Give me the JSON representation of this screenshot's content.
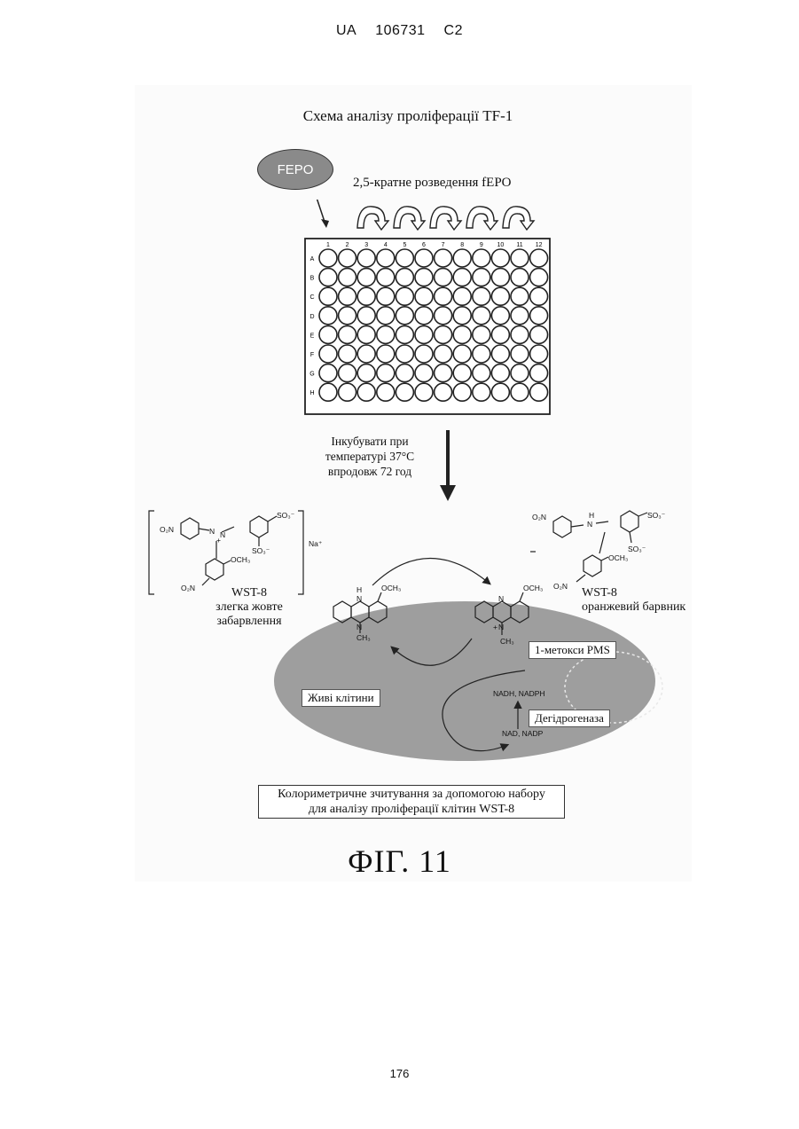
{
  "header": {
    "country": "UA",
    "number": "106731",
    "kind": "C2"
  },
  "diagram": {
    "title": "Схема аналізу проліферації TF-1",
    "fepo_label": "FEPO",
    "dilution_text": "2,5-кратне розведення fEPO",
    "plate": {
      "columns": [
        "1",
        "2",
        "3",
        "4",
        "5",
        "6",
        "7",
        "8",
        "9",
        "10",
        "11",
        "12"
      ],
      "rows": [
        "A",
        "B",
        "C",
        "D",
        "E",
        "F",
        "G",
        "H"
      ]
    },
    "incubation": [
      "Інкубувати при",
      "температурі 37°C",
      "впродовж 72 год"
    ],
    "wst_left": [
      "WST-8",
      "злегка жовте",
      "забарвлення"
    ],
    "wst_right": [
      "WST-8",
      "оранжевий барвник"
    ],
    "methoxy_pms": "1-метокси PMS",
    "live_cells": "Живі клітини",
    "dehydrogenase": "Дегідрогеназа",
    "nadh": "NADH, NADPH",
    "nad": "NAD, NADP",
    "chem": {
      "o2n": "O₂N",
      "so3": "SO₃⁻",
      "och3": "OCH₃",
      "ch3": "CH₃",
      "na": "Na⁺",
      "n": "N",
      "h": "H",
      "plus": "+"
    },
    "colorimetric": [
      "Колориметричне зчитування за допомогою набору",
      "для аналізу проліферації клітин WST-8"
    ]
  },
  "figure_label": "ФІГ. 11",
  "page_number": "176"
}
